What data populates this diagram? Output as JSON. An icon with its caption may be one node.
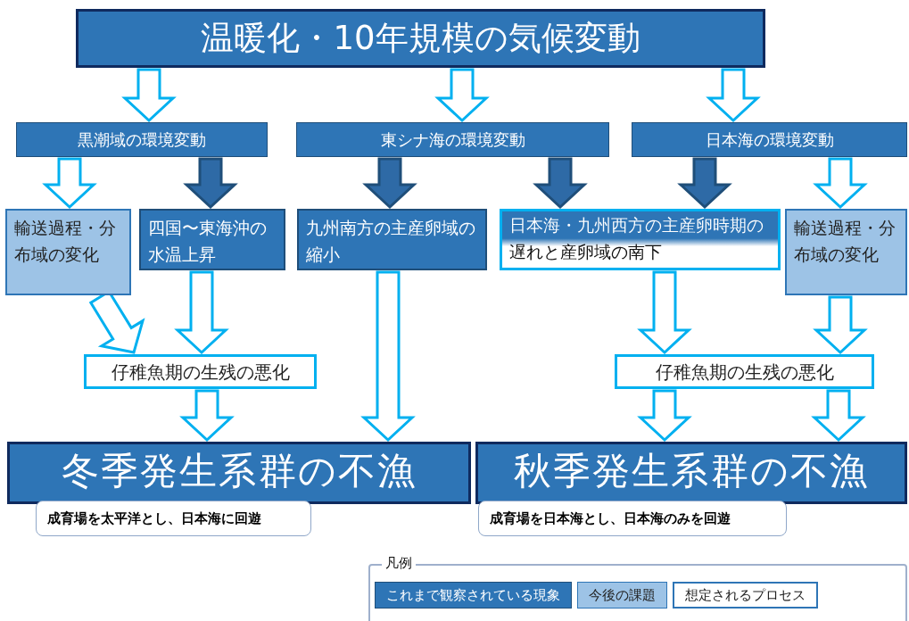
{
  "diagram": {
    "nodes": [
      {
        "text": [
          "温暖化・10年規模の気候変動"
        ]
      },
      {
        "text": [
          "黒潮域の環境変動"
        ]
      },
      {
        "text": [
          "東シナ海の環境変動"
        ]
      },
      {
        "text": [
          "日本海の環境変動"
        ]
      },
      {
        "text": [
          "輸送過程・分布域の変化"
        ]
      },
      {
        "text": [
          "四国〜東海沖の水温上昇"
        ]
      },
      {
        "text": [
          "九州南方の主産卵域の縮小"
        ]
      },
      {
        "text": [
          "日本海・九州西方の主産卵時期の遅れと産卵域の南下"
        ]
      },
      {
        "text": [
          "輸送過程・分布域の変化"
        ]
      },
      {
        "text": [
          "仔稚魚期の生残の悪化"
        ]
      },
      {
        "text": [
          "仔稚魚期の生残の悪化"
        ]
      },
      {
        "text": [
          "冬季発生系群の不漁"
        ],
        "beside": [
          "成育場を太平洋とし、日本海に回遊"
        ]
      },
      {
        "text": [
          "秋季発生系群の不漁"
        ],
        "beside": [
          "成育場を日本海とし、日本海のみを回遊"
        ]
      }
    ],
    "edges": [
      {
        "from": 0,
        "to": 1,
        "arrow": "to"
      },
      {
        "from": 0,
        "to": 2,
        "arrow": "to"
      },
      {
        "from": 0,
        "to": 3,
        "arrow": "to"
      },
      {
        "from": 1,
        "to": 4,
        "arrow": "to"
      },
      {
        "from": 1,
        "to": 5,
        "arrow": "to",
        "color": "#2e6aa6"
      },
      {
        "from": 2,
        "to": 6,
        "arrow": "to",
        "color": "#2e6aa6"
      },
      {
        "from": 2,
        "to": 7,
        "arrow": "to",
        "color": "#2e6aa6"
      },
      {
        "from": 3,
        "to": 7,
        "arrow": "to",
        "color": "#2e6aa6"
      },
      {
        "from": 3,
        "to": 8,
        "arrow": "to"
      },
      {
        "from": 4,
        "to": 9,
        "arrow": "to"
      },
      {
        "from": 5,
        "to": 9,
        "arrow": "to"
      },
      {
        "from": 6,
        "to": 11,
        "arrow": "to"
      },
      {
        "from": 7,
        "to": 10,
        "arrow": "to"
      },
      {
        "from": 8,
        "to": 10,
        "arrow": "to"
      },
      {
        "from": 9,
        "to": 11,
        "arrow": "to"
      },
      {
        "from": 10,
        "to": 12,
        "arrow": "to"
      },
      {
        "from": 10,
        "to": 12,
        "arrow": "to"
      }
    ],
    "labels": [
      "凡例"
    ],
    "legend": [
      {
        "text": "これまで観察されている現象",
        "color": "#2e75b6"
      },
      {
        "text": "今後の課題",
        "color": "#9dc3e6"
      },
      {
        "text": "想定されるプロセス",
        "color": "#ffffff"
      }
    ]
  }
}
